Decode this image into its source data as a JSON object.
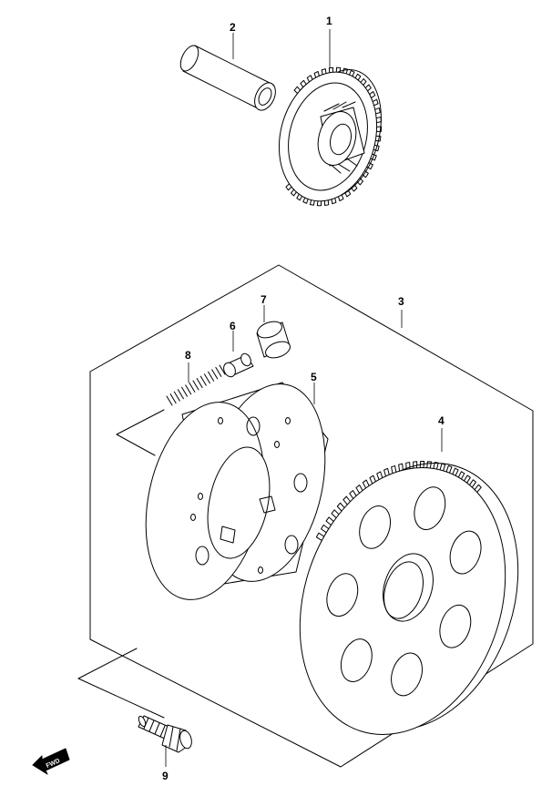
{
  "callouts": {
    "p1": "1",
    "p2": "2",
    "p3": "3",
    "p4": "4",
    "p5": "5",
    "p6": "6",
    "p7": "7",
    "p8": "8",
    "p9": "9"
  },
  "direction_badge": {
    "text": "FWD",
    "icon": "arrow-left-icon"
  }
}
